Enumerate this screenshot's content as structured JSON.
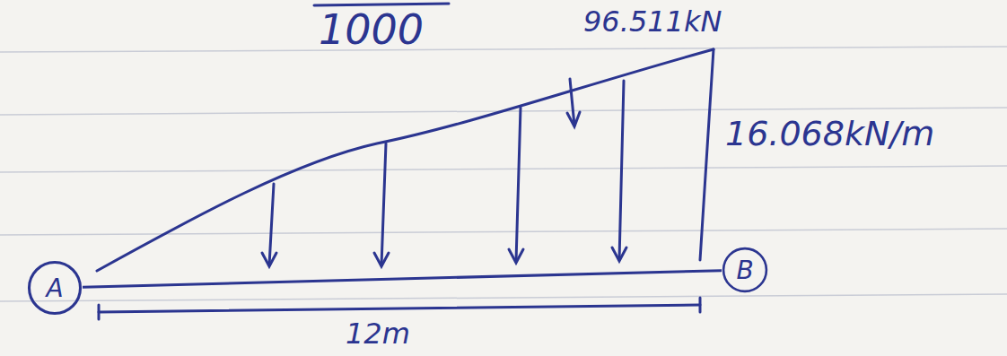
{
  "diagram": {
    "nodes": [
      {
        "text": [
          "A"
        ]
      },
      {
        "text": [
          "B"
        ]
      }
    ],
    "edges": [
      {
        "from": 0,
        "to": 1,
        "arrow": "none"
      }
    ],
    "labels": [
      "1000",
      "96.511kN",
      "16.068kN/m",
      "12m"
    ]
  }
}
